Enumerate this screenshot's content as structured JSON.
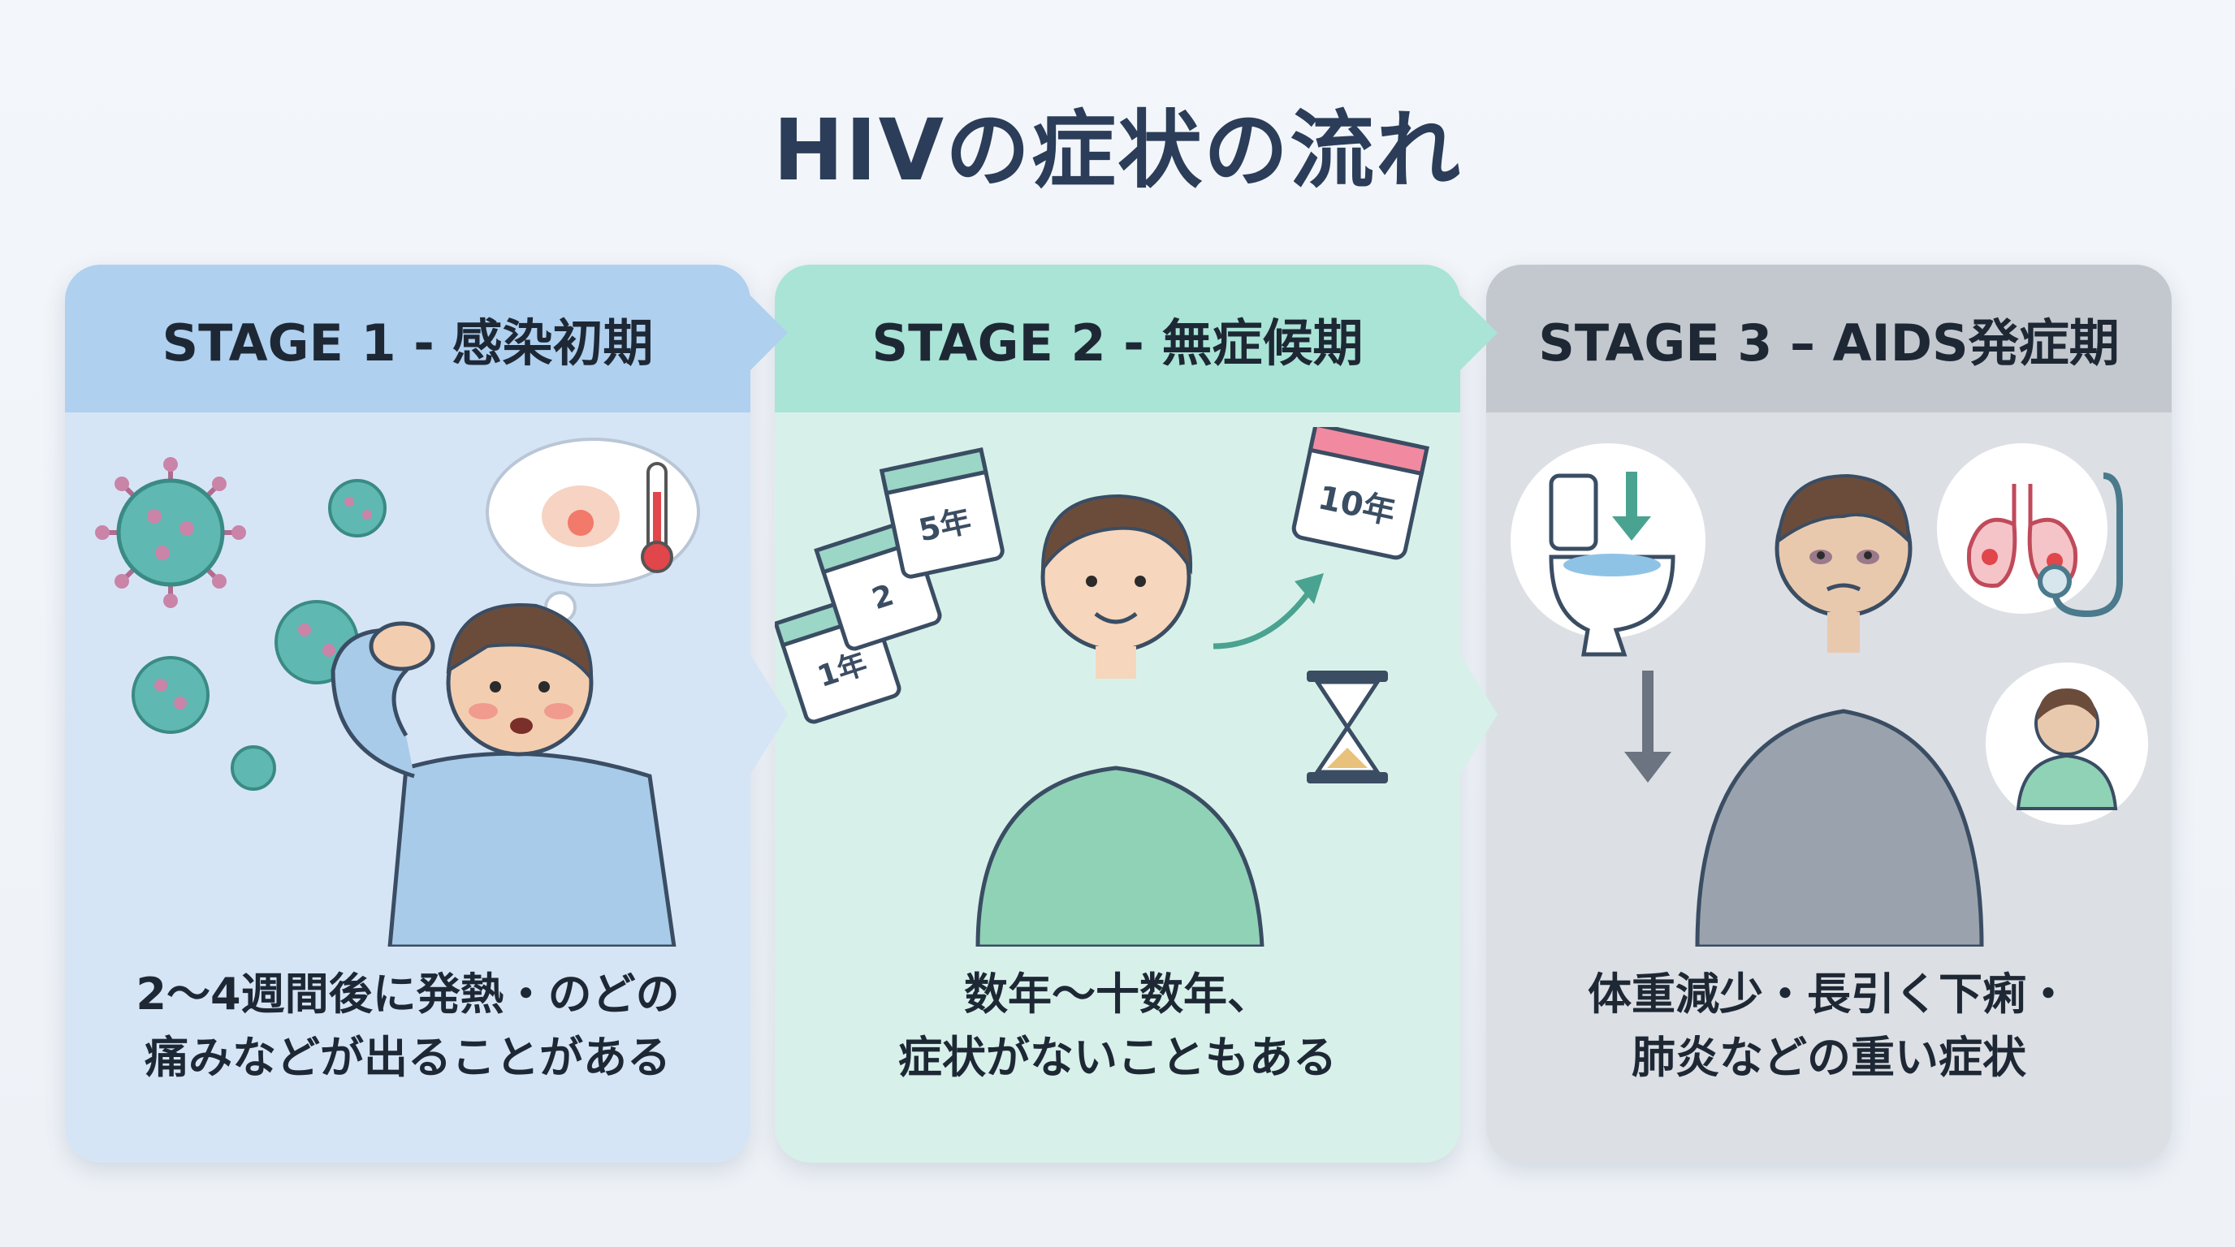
{
  "title": "HIVの症状の流れ",
  "stages": [
    {
      "header": "STAGE 1 - 感染初期",
      "line1": "2〜4週間後に発熱・のどの",
      "line2": "痛みなどが出ることがある"
    },
    {
      "header": "STAGE 2 - 無症候期",
      "line1": "数年〜十数年、",
      "line2": "症状がないこともある",
      "calendar_labels": [
        "1年",
        "2",
        "5年",
        "10年"
      ]
    },
    {
      "header": "STAGE 3 – AIDS発症期",
      "line1": "体重減少・長引く下痢・",
      "line2": "肺炎などの重い症状"
    }
  ],
  "colors": {
    "stage1": "#afd0ef",
    "stage2": "#a9e4d6",
    "stage3": "#c3c8cf",
    "title": "#2b3d58"
  },
  "icons": [
    "virus-icon",
    "thermometer-icon",
    "calendar-icon",
    "hourglass-icon",
    "toilet-icon",
    "lungs-icon",
    "stethoscope-icon",
    "down-arrow-icon"
  ]
}
